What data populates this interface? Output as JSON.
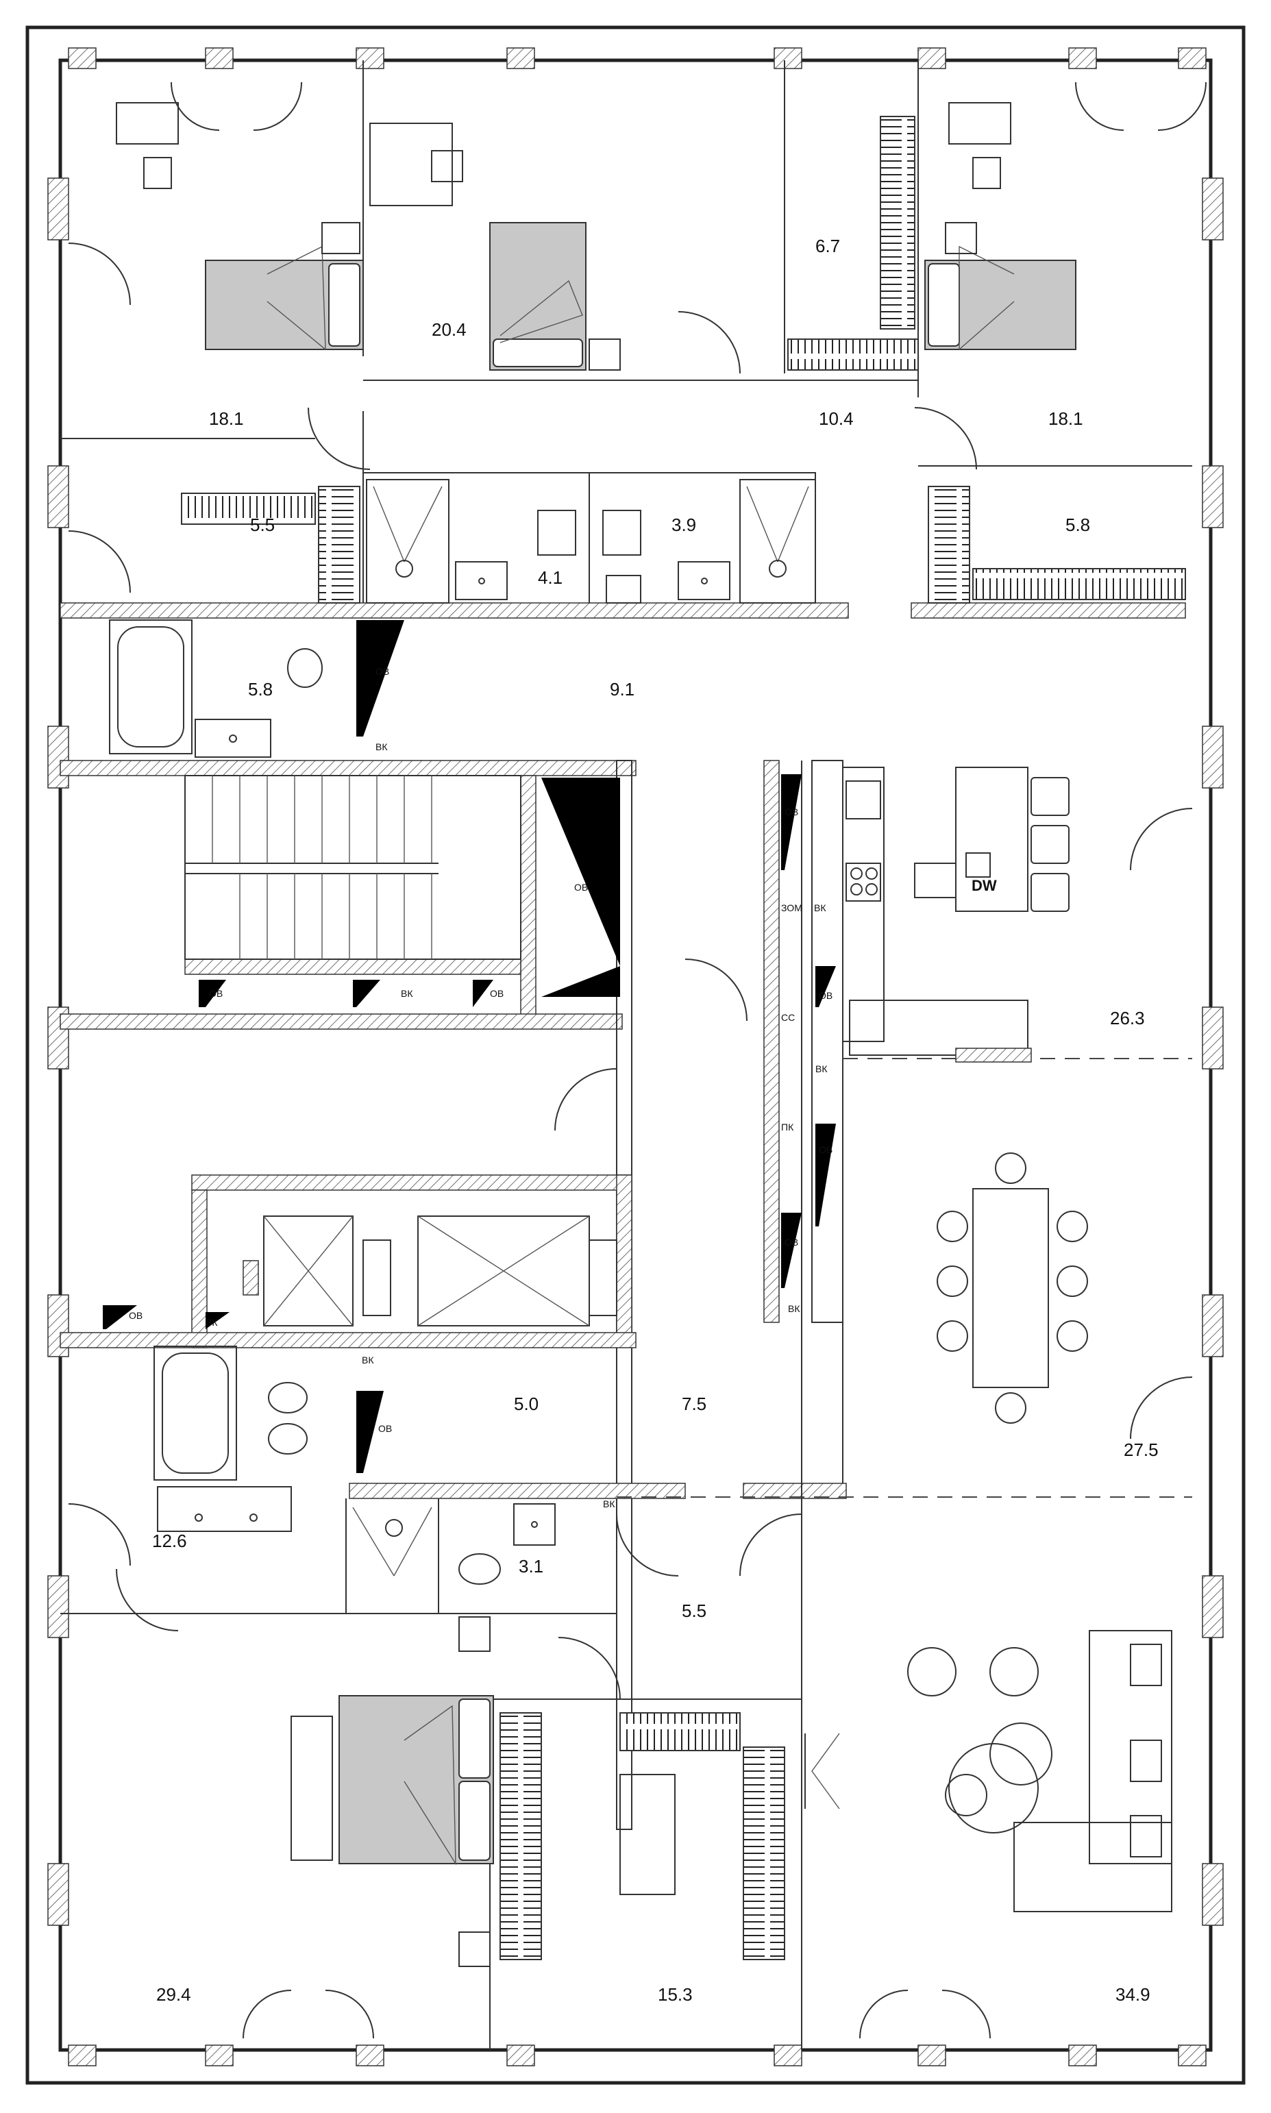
{
  "rooms": {
    "r1": "20.4",
    "r2": "6.7",
    "r3": "18.1",
    "r4": "10.4",
    "r5": "18.1",
    "r6": "5.5",
    "r7": "4.1",
    "r8": "3.9",
    "r9": "5.8",
    "r10": "5.8",
    "r11": "9.1",
    "r12": "26.3",
    "r13": "27.5",
    "r14": "5.0",
    "r15": "7.5",
    "r16": "12.6",
    "r17": "3.1",
    "r18": "5.5",
    "r19": "29.4",
    "r20": "15.3",
    "r21": "34.9"
  },
  "tags": {
    "ov": "ОВ",
    "vk": "ВК",
    "pk": "ПК",
    "zom": "ЗОМ",
    "ss": "СС",
    "dw": "DW"
  },
  "colors": {
    "wall": "#222222",
    "bed": "#c8c8c8",
    "shaft_fill": "#000000"
  }
}
